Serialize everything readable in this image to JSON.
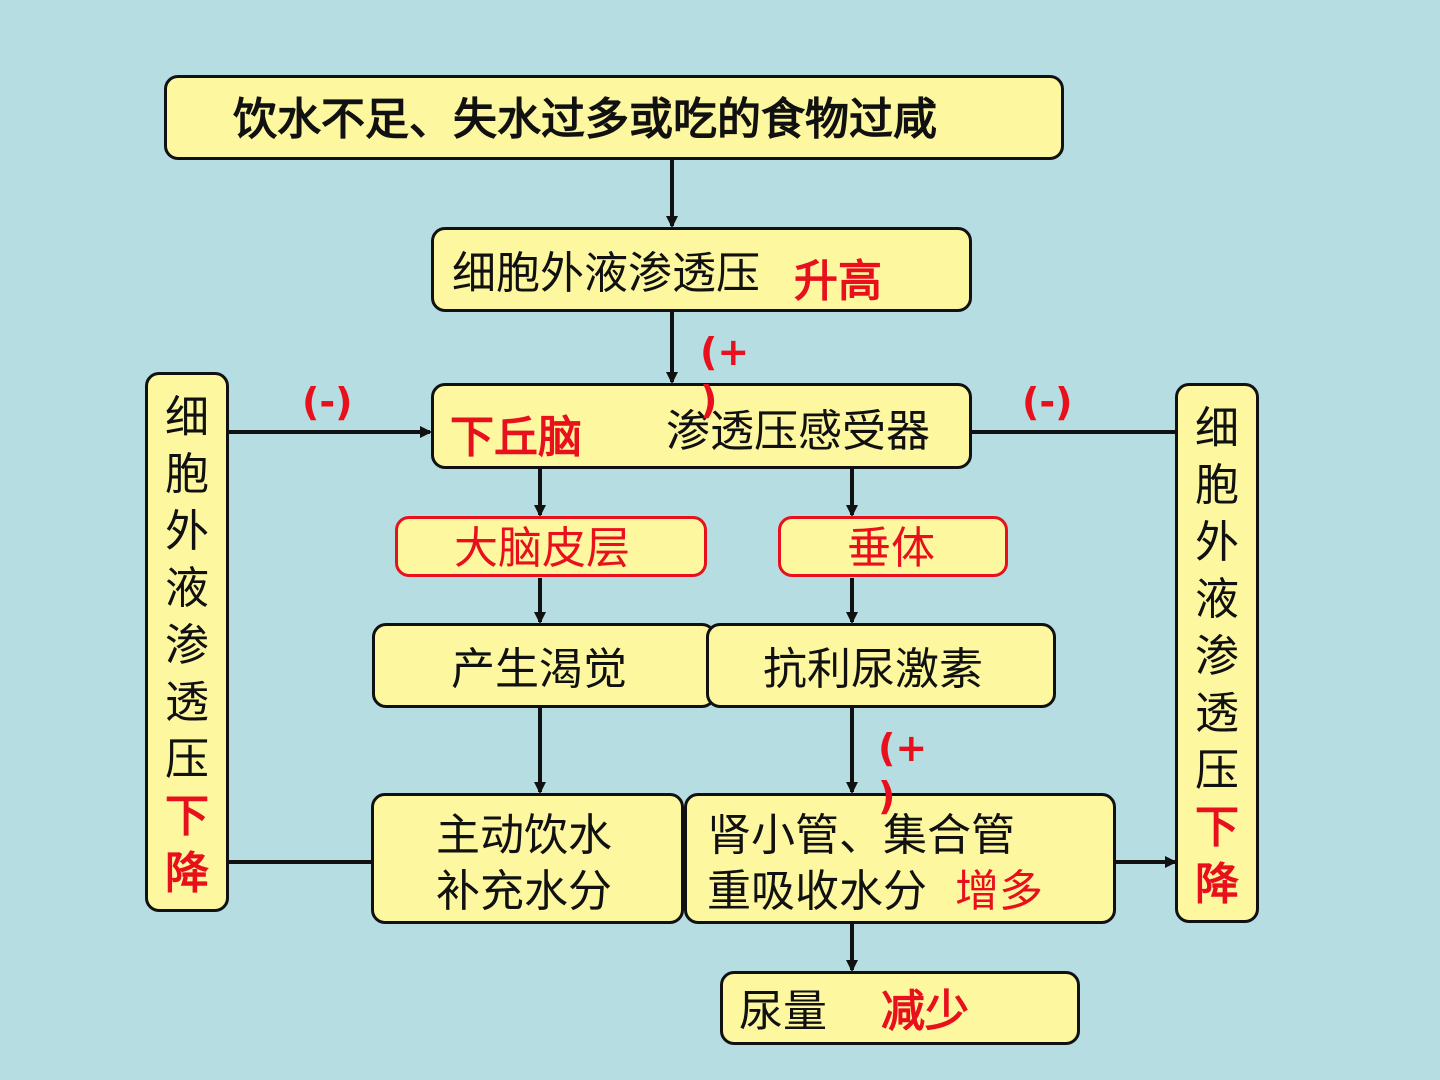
{
  "top": {
    "cause": "饮水不足、失水过多或吃的食物过咸"
  },
  "osmotic_rise": {
    "label": "细胞外液渗透压",
    "change": "升高"
  },
  "hypothalamus": {
    "region": "下丘脑",
    "receptor": "渗透压感受器"
  },
  "cortex": {
    "label": "大脑皮层"
  },
  "pituitary": {
    "label": "垂体"
  },
  "thirst": {
    "label": "产生渴觉"
  },
  "adh": {
    "label": "抗利尿激素"
  },
  "drink": {
    "line1": "主动饮水",
    "line2": "补充水分"
  },
  "kidney": {
    "line1": "肾小管、集合管",
    "line2": "重吸收水分",
    "change": "增多"
  },
  "urine": {
    "label": "尿量",
    "change": "减少"
  },
  "left_side": {
    "label": "细胞外液渗透压",
    "change": "下降"
  },
  "right_side": {
    "label": "细胞外液渗透压",
    "change": "下降"
  },
  "signs": {
    "plus_1": "(+",
    "plus_1b": ")",
    "minus_left": "(-)",
    "minus_right": "(-)",
    "plus_2": "(+",
    "plus_2b": ")"
  },
  "colors": {
    "background": "#b5dde2",
    "box_fill": "#fdf8a0",
    "accent_red": "#e8101c",
    "line": "#111111"
  }
}
